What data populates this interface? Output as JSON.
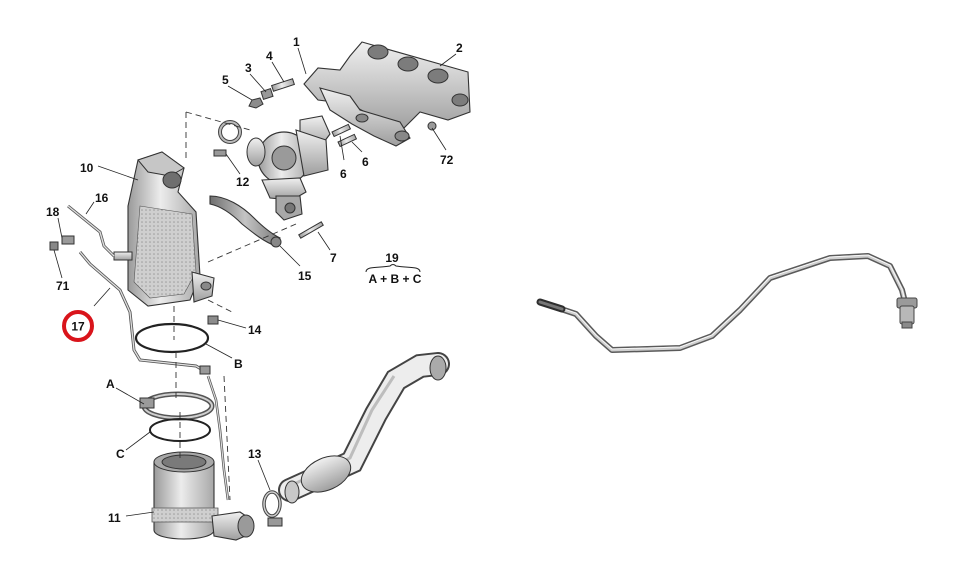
{
  "callouts": [
    {
      "id": "1",
      "text": "1"
    },
    {
      "id": "2",
      "text": "2"
    },
    {
      "id": "3",
      "text": "3"
    },
    {
      "id": "4",
      "text": "4"
    },
    {
      "id": "5",
      "text": "5"
    },
    {
      "id": "6a",
      "text": "6"
    },
    {
      "id": "6b",
      "text": "6"
    },
    {
      "id": "72",
      "text": "72"
    },
    {
      "id": "12",
      "text": "12"
    },
    {
      "id": "10",
      "text": "10"
    },
    {
      "id": "16",
      "text": "16"
    },
    {
      "id": "18",
      "text": "18"
    },
    {
      "id": "7",
      "text": "7"
    },
    {
      "id": "15",
      "text": "15"
    },
    {
      "id": "71",
      "text": "71"
    },
    {
      "id": "14",
      "text": "14"
    },
    {
      "id": "B",
      "text": "B"
    },
    {
      "id": "A",
      "text": "A"
    },
    {
      "id": "C",
      "text": "C"
    },
    {
      "id": "13",
      "text": "13"
    },
    {
      "id": "11",
      "text": "11"
    }
  ],
  "kit": {
    "number": "19",
    "formula": "A + B + C"
  },
  "highlight": {
    "text": "17",
    "color": "#d9141b"
  },
  "colors": {
    "line": "#333333",
    "metal_light": "#e6e6e6",
    "metal_mid": "#bdbdbd",
    "metal_dark": "#8a8a8a"
  }
}
